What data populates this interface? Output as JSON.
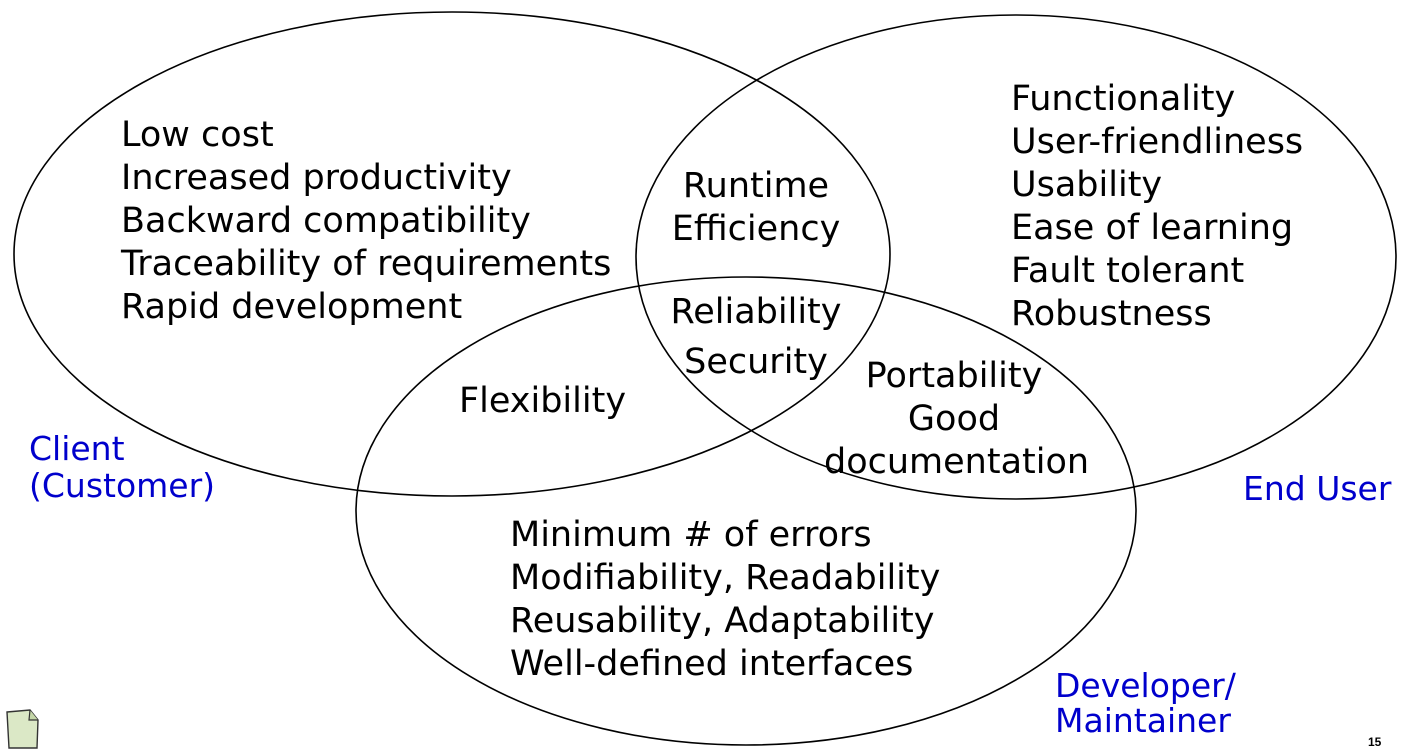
{
  "colors": {
    "role_label": "#0000cc",
    "text": "#000000",
    "outline": "#000000",
    "note_fill": "#dbe8c6"
  },
  "client_region": {
    "items": [
      "Low cost",
      "Increased productivity",
      "Backward compatibility",
      "Traceability of requirements",
      "Rapid development"
    ]
  },
  "end_user_region": {
    "items": [
      "Functionality",
      "User-friendliness",
      "Usability",
      "Ease of learning",
      "Fault tolerant",
      "Robustness"
    ]
  },
  "developer_region": {
    "items": [
      "Minimum # of errors",
      "Modifiability, Readability",
      "Reusability, Adaptability",
      "Well-defined interfaces"
    ]
  },
  "client_end_user_overlap": {
    "items": [
      "Runtime",
      "Efficiency"
    ]
  },
  "all_three_overlap": {
    "items": [
      "Reliability",
      "Security"
    ]
  },
  "client_developer_overlap": {
    "items": [
      "Flexibility"
    ]
  },
  "end_user_developer_overlap": {
    "items": [
      "Portability",
      "Good",
      "documentation"
    ]
  },
  "roles": {
    "client": [
      "Client",
      "(Customer)"
    ],
    "end_user": "End User",
    "developer": [
      "Developer/",
      "Maintainer"
    ]
  },
  "page_number": "15",
  "icons": {
    "note": "note-icon"
  }
}
